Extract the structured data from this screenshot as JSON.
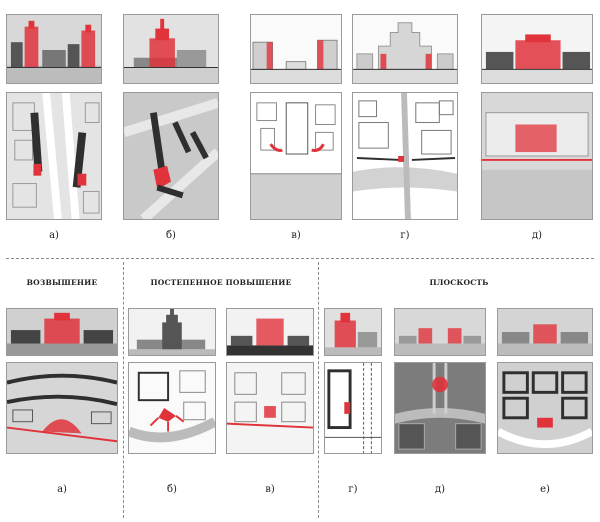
{
  "colors": {
    "accent_red": "#e0333b",
    "block_dark": "#2f2f2f",
    "map_bg": "#e6e6e6",
    "water": "#cfcfcf",
    "frame": "#9a9a9a"
  },
  "top_row": {
    "captions": [
      "а)",
      "б)",
      "в)",
      "г)",
      "д)"
    ]
  },
  "bottom_row": {
    "headers": {
      "elevation": "ВОЗВЫШЕНИЕ",
      "gradual": "ПОСТЕПЕННОЕ ПОВЫШЕНИЕ",
      "plane": "ПЛОСКОСТЬ"
    },
    "captions": [
      "а)",
      "б)",
      "в)",
      "г)",
      "д)",
      "е)"
    ]
  }
}
